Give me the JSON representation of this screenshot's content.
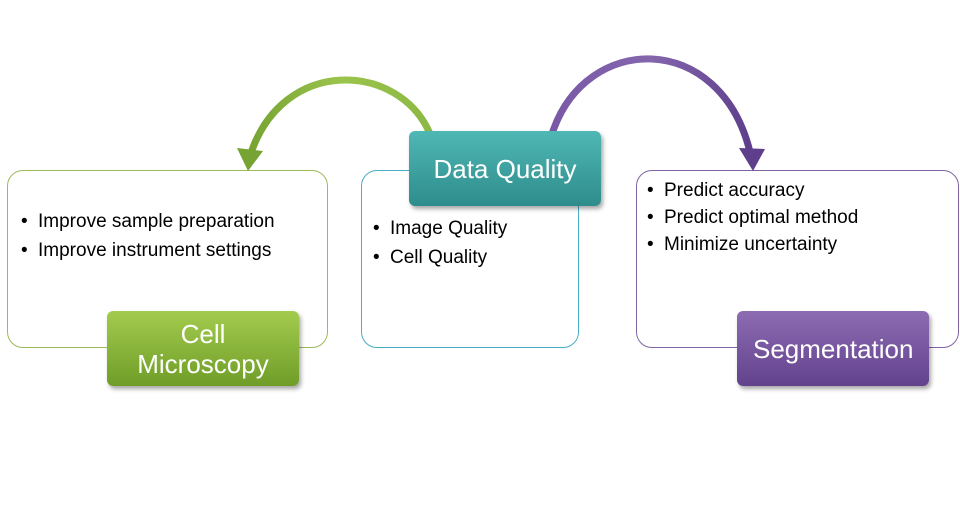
{
  "nodes": [
    {
      "label": "Cell Microscopy",
      "bullets": [
        "Improve sample preparation",
        "Improve instrument settings"
      ]
    },
    {
      "label": "Data Quality",
      "bullets": [
        "Image Quality",
        "Cell Quality"
      ]
    },
    {
      "label": "Segmentation",
      "bullets": [
        "Predict accuracy",
        "Predict optimal method",
        "Minimize uncertainty"
      ]
    }
  ],
  "colors": {
    "green": "#9bbb59",
    "teal": "#4bacc6",
    "purple": "#8064a2",
    "bullet_text": "#000000",
    "label_text": "#ffffff"
  },
  "icons": {
    "bullet": "•"
  }
}
